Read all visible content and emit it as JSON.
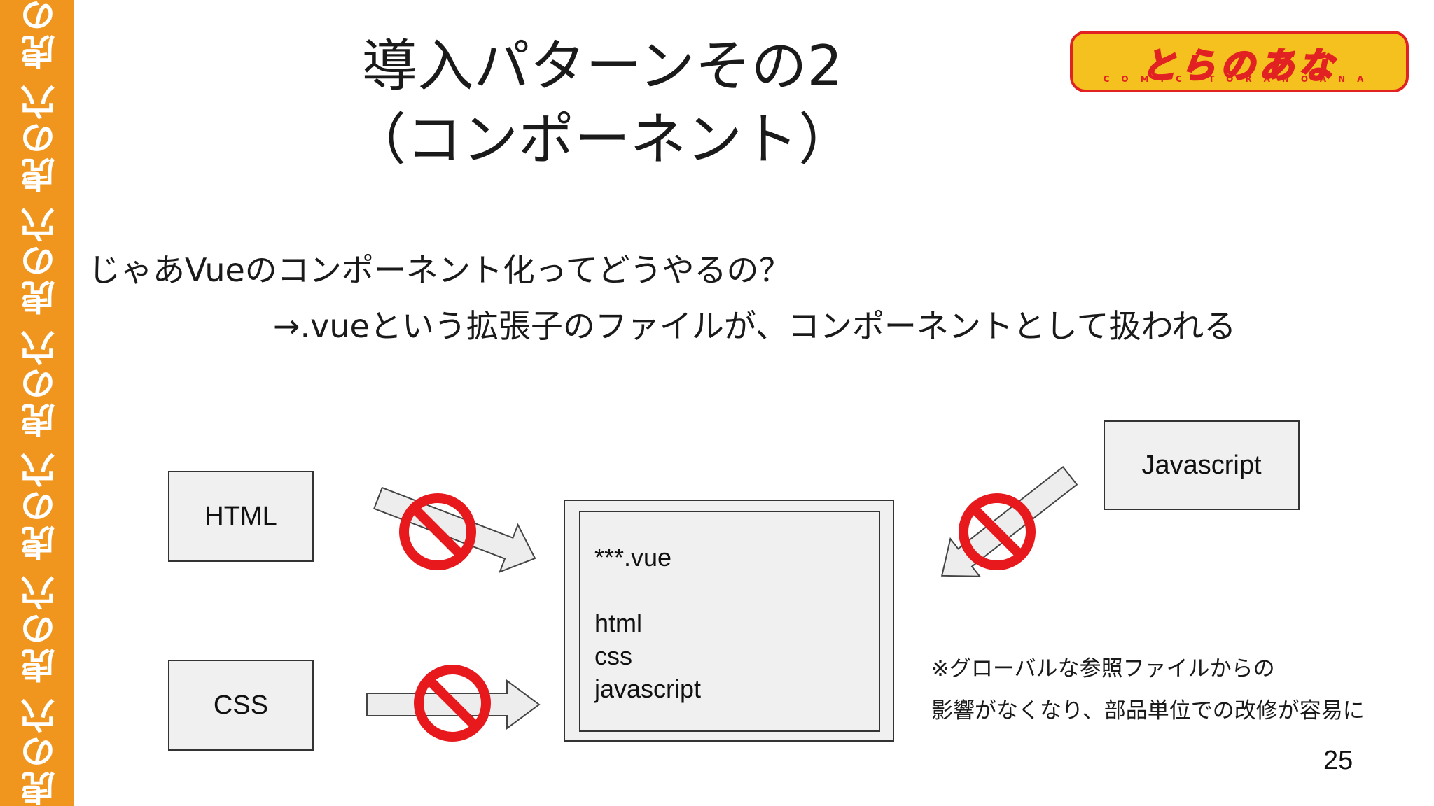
{
  "sidebar": {
    "text": "虎の穴 虎の穴 虎の穴 虎の穴 虎の穴 虎の穴 虎の穴"
  },
  "logo": {
    "main": "とらのあな",
    "sub": "COMIC TORANOANA",
    "bg": "#f5c11f",
    "border": "#e22222"
  },
  "title": {
    "line1": "導入パターンその2",
    "line2": "（コンポーネント）"
  },
  "body": {
    "question": "じゃあVueのコンポーネント化ってどうやるの？",
    "answer": "→.vueという拡張子のファイルが、コンポーネントとして扱われる"
  },
  "diagram": {
    "html_box": "HTML",
    "css_box": "CSS",
    "js_box": "Javascript",
    "vue_file": {
      "filename": "***.vue",
      "lines": [
        "html",
        "css",
        "javascript"
      ]
    }
  },
  "note": {
    "line1": "※グローバルな参照ファイルからの",
    "line2": "影響がなくなり、部品単位での改修が容易に"
  },
  "page_number": "25",
  "colors": {
    "sidebar": "#f0961e",
    "prohibit_red": "#e8191c",
    "box_fill": "#f0f0f0"
  }
}
